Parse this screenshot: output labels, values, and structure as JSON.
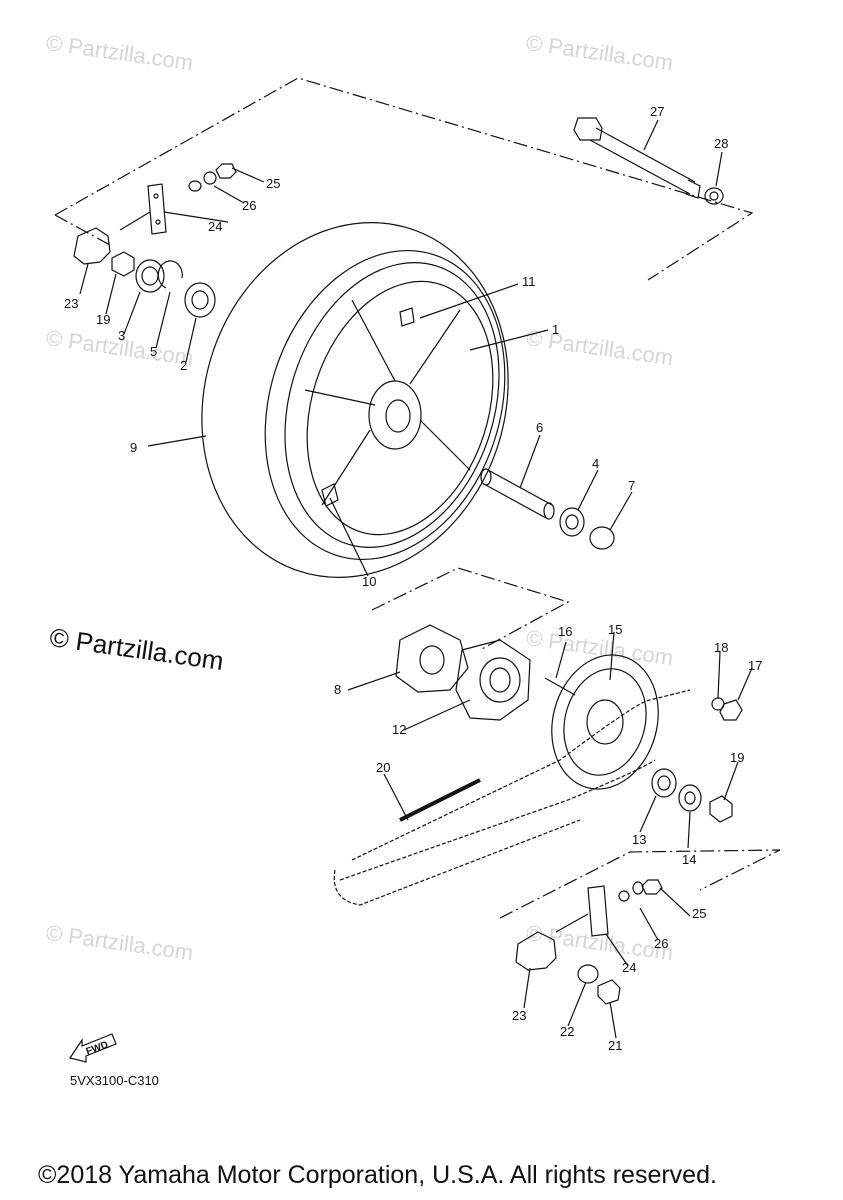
{
  "watermarks": [
    "© Partzilla.com",
    "© Partzilla.com",
    "© Partzilla.com",
    "© Partzilla.com",
    "© Partzilla.com",
    "© Partzilla.com",
    "© Partzilla.com"
  ],
  "watermark_main": "© Partzilla.com",
  "diagram_code": "5VX3100-C310",
  "fwd_label": "FWD",
  "copyright": "©2018 Yamaha Motor Corporation, U.S.A. All rights reserved.",
  "callouts": [
    "27",
    "28",
    "25",
    "26",
    "24",
    "23",
    "19",
    "3",
    "5",
    "2",
    "11",
    "1",
    "9",
    "6",
    "4",
    "7",
    "10",
    "16",
    "15",
    "18",
    "17",
    "8",
    "12",
    "19",
    "20",
    "13",
    "14",
    "25",
    "26",
    "24",
    "23",
    "22",
    "21"
  ],
  "colors": {
    "line": "#111111",
    "watermark": "#d6d6d6",
    "background": "#ffffff"
  }
}
